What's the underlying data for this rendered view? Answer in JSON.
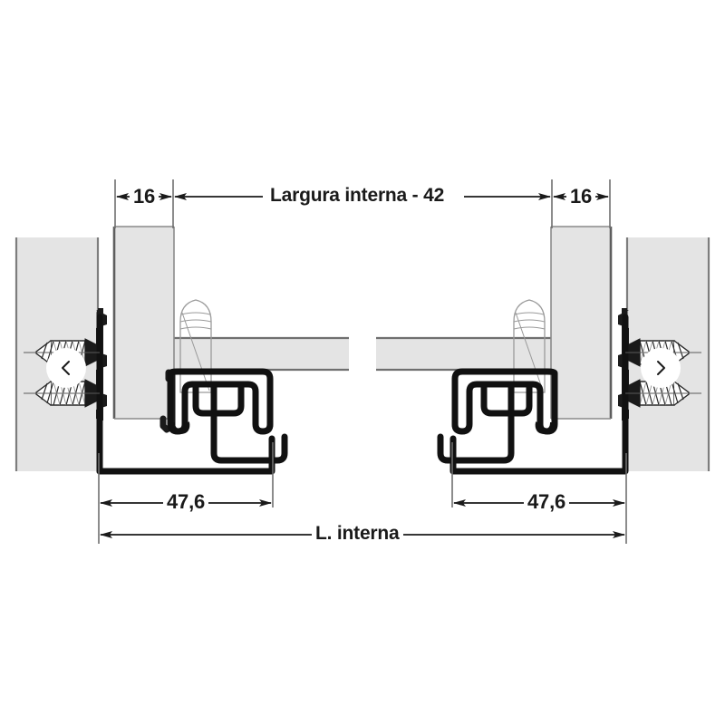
{
  "drawing": {
    "title_alt": "Technical cross-section drawing of a drawer slide installation",
    "dimensions": {
      "left_gap": "16",
      "right_gap": "16",
      "top_span": "Largura interna - 42",
      "left_inner": "47,6",
      "right_inner": "47,6",
      "bottom_span": "L. interna"
    },
    "colors": {
      "panel_fill": "#e4e4e4",
      "panel_stroke": "#8a8a8a",
      "dark_stroke": "#1a1a1a",
      "background": "#ffffff",
      "thin_line": "#7d7d7d"
    },
    "labels": {
      "cabinet_wall_left": "cabinet-side-panel-left",
      "cabinet_wall_right": "cabinet-side-panel-right",
      "drawer_side_left": "drawer-side-panel-left",
      "drawer_side_right": "drawer-side-panel-right",
      "drawer_bottom_left": "drawer-bottom-panel-left",
      "drawer_bottom_right": "drawer-bottom-panel-right",
      "slide_rail_left": "slide-rail-profile-left",
      "slide_rail_right": "slide-rail-profile-right",
      "screw_upper_left": "mounting-screw-upper-left",
      "screw_lower_left": "mounting-screw-lower-left",
      "screw_upper_right": "mounting-screw-upper-right",
      "screw_lower_right": "mounting-screw-lower-right",
      "dowel_left": "wooden-dowel-left",
      "dowel_right": "wooden-dowel-right"
    }
  },
  "controls": {
    "prev_label": "Previous image",
    "next_label": "Next image",
    "prev_icon": "chevron-left-icon",
    "next_icon": "chevron-right-icon"
  }
}
